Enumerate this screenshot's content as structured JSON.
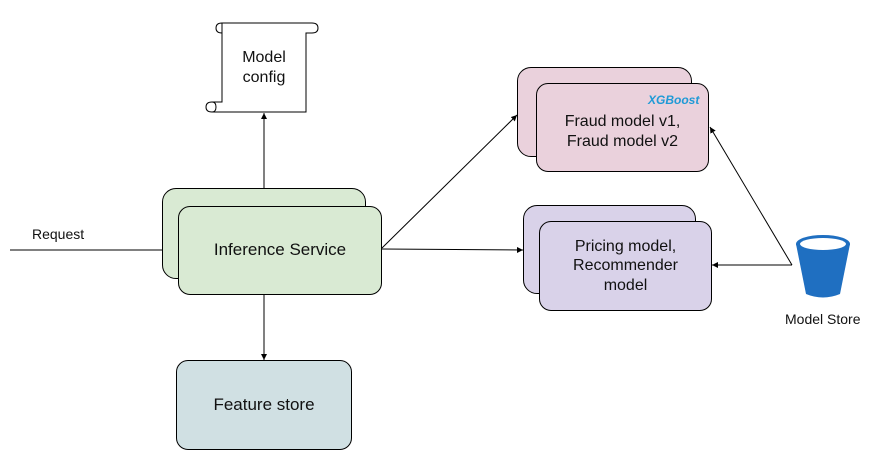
{
  "nodes": {
    "model_config": {
      "label": "Model\nconfig"
    },
    "inference_service": {
      "label": "Inference Service"
    },
    "feature_store": {
      "label": "Feature store"
    },
    "fraud_models": {
      "label": "Fraud model v1,\nFraud model v2",
      "badge": "XGBoost"
    },
    "pricing_models": {
      "label": "Pricing model,\nRecommender\nmodel"
    },
    "model_store": {
      "label": "Model Store"
    }
  },
  "edges": {
    "request_label": "Request"
  },
  "colors": {
    "inference": "#d9ead3",
    "fraud": "#ead1dc",
    "pricing": "#d9d2e9",
    "feature_store": "#d0e0e3",
    "bucket": "#1f6fc1",
    "xgboost": "#1f9ad6",
    "pytorch": "#ee4c2c"
  },
  "icons": {
    "config": "scroll-icon",
    "store": "bucket-icon",
    "fraud_badge": "xgboost-logo",
    "pricing_badge": "pytorch-logo-icon"
  }
}
